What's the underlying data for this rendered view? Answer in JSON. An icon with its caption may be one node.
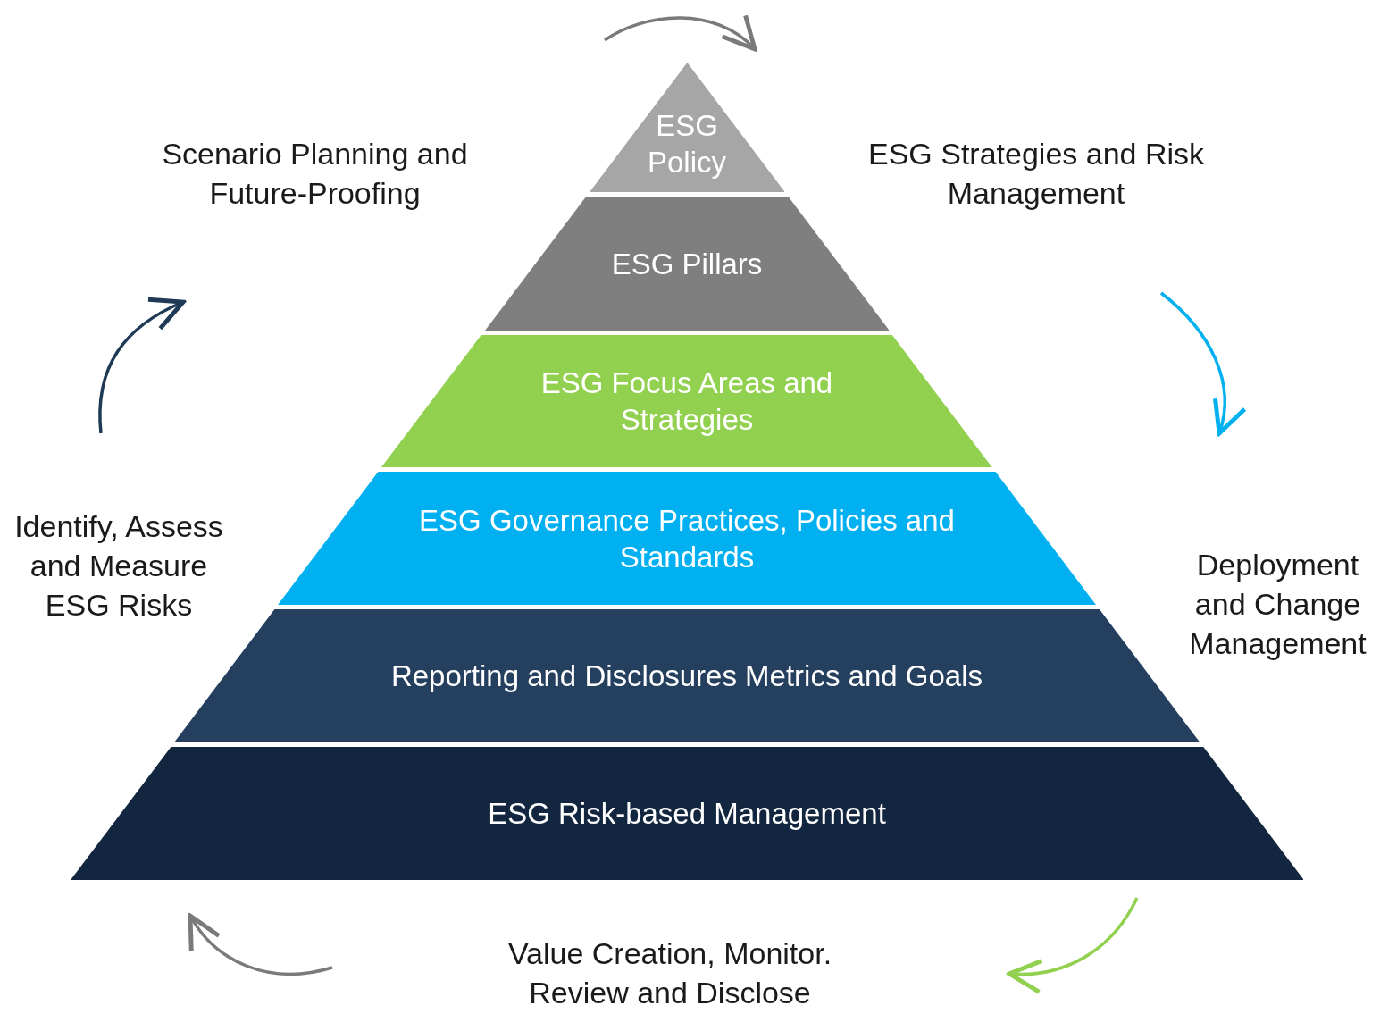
{
  "diagram": {
    "nodes": [
      {
        "text": [
          "ESG Policy"
        ]
      },
      {
        "text": [
          "ESG Pillars"
        ]
      },
      {
        "text": [
          "ESG Focus Areas and Strategies"
        ]
      },
      {
        "text": [
          "ESG Governance Practices, Policies and Standards"
        ]
      },
      {
        "text": [
          "Reporting and Disclosures Metrics and Goals"
        ]
      },
      {
        "text": [
          "ESG Risk-based Management"
        ]
      },
      {
        "text": [
          "Scenario Planning and Future-Proofing"
        ]
      },
      {
        "text": [
          "ESG Strategies and Risk Management"
        ]
      },
      {
        "text": [
          "Deployment and Change Management"
        ]
      },
      {
        "text": [
          "Value Creation, Monitor. Review and Disclose"
        ]
      },
      {
        "text": [
          "Identify, Assess and Measure ESG Risks"
        ]
      }
    ]
  }
}
